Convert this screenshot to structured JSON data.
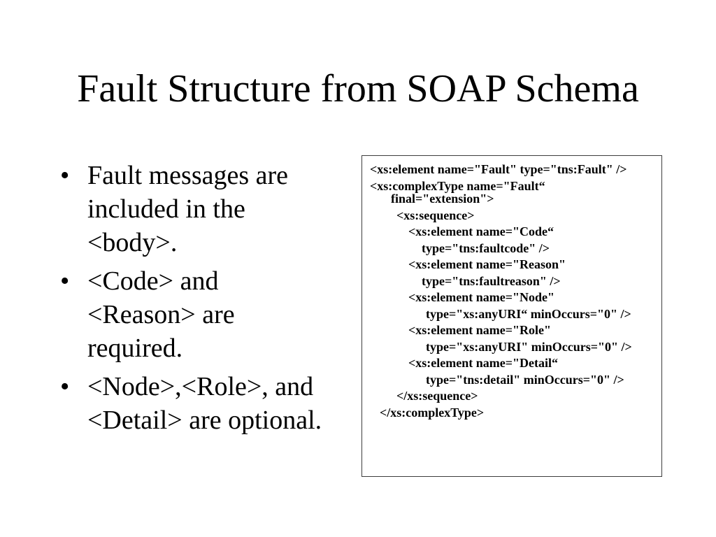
{
  "slide": {
    "title": "Fault Structure from SOAP Schema",
    "bullet_glyph": "•",
    "bullets": [
      {
        "lines": [
          "Fault messages are",
          "included in the",
          "<body>."
        ]
      },
      {
        "lines": [
          "<Code> and",
          "<Reason> are",
          "required."
        ]
      },
      {
        "lines": [
          "<Node>,<Role>, and",
          "<Detail> are optional."
        ]
      }
    ],
    "code_box": {
      "lines": [
        "<xs:element name=\"Fault\" type=\"tns:Fault\" />",
        "<xs:complexType name=\"Fault“",
        "final=\"extension\">",
        "<xs:sequence>",
        "<xs:element name=\"Code“",
        "type=\"tns:faultcode\" />",
        "<xs:element name=\"Reason\"",
        "type=\"tns:faultreason\" />",
        "<xs:element name=\"Node\"",
        "type=\"xs:anyURI“ minOccurs=\"0\" />",
        "<xs:element name=\"Role\"",
        "type=\"xs:anyURI\" minOccurs=\"0\" />",
        "<xs:element name=\"Detail“",
        "type=\"tns:detail\" minOccurs=\"0\" />",
        "</xs:sequence>",
        "</xs:complexType>"
      ]
    },
    "colors": {
      "background": "#ffffff",
      "text": "#000000",
      "code_box_border": "#3d3d3d"
    }
  }
}
